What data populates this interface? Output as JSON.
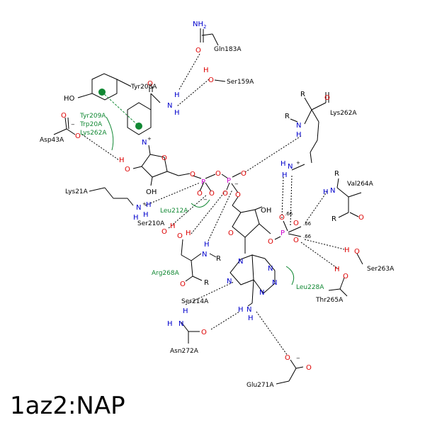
{
  "title": "1az2:NAP",
  "residues": {
    "gln183": "Gln183A",
    "ser159": "Ser159A",
    "tyr208": "Tyr208A",
    "lys262": "Lys262A",
    "tyr209": "Tyr209A",
    "trp20": "Trp20A",
    "lys262_green": "Lys262A",
    "asp43": "Asp43A",
    "lys21": "Lys21A",
    "leu212": "Leu212A",
    "ser210": "Ser210A",
    "val264": "Val264A",
    "arg268": "Arg268A",
    "ser263": "Ser263A",
    "leu228": "Leu228A",
    "thr265": "Thr265A",
    "ser214": "Ser214A",
    "asn272": "Asn272A",
    "glu271": "Glu271A"
  },
  "atoms": {
    "nh2": "NH",
    "nh2_sub": "2",
    "o": "O",
    "n": "N",
    "h": "H",
    "p": "P",
    "oh": "OH",
    "ho": "HO",
    "r": "R",
    "plus": "+",
    "minus": "−",
    "half": ".66"
  },
  "colors": {
    "nitrogen": "#0000cc",
    "oxygen": "#dd0000",
    "phosphorus": "#cc00cc",
    "hydrophobic": "#118833",
    "bond": "#000000"
  }
}
